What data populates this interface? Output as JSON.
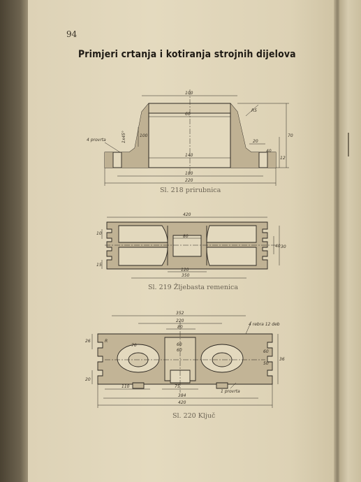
{
  "page_number": "94",
  "heading": "Primjeri crtanja i kotiranja strojnih dijelova",
  "figures": [
    {
      "caption": "Sl. 218 prirubnica",
      "dims": {
        "d_top": "100",
        "d_inner": "60",
        "d_mid": "140",
        "d_bolt": "180",
        "d_outer": "220",
        "r": "R5",
        "w": "20",
        "h": "70",
        "h2": "12",
        "p": "40",
        "chamfer": "1x45°",
        "slope": "100",
        "note": "4 provrta"
      }
    },
    {
      "caption": "Sl. 219 Žljebasta remenica",
      "dims": {
        "w_total": "420",
        "hub": "80",
        "bore": "120",
        "rim": "350",
        "w1": "10",
        "h1": "30",
        "h2": "40",
        "h3": "15"
      }
    },
    {
      "caption": "Sl. 220 Ključ",
      "dims": {
        "d1": "352",
        "d2": "220",
        "d3": "80",
        "d4": "60",
        "d5": "60",
        "d6": "70",
        "d7": "110",
        "d8": "75",
        "d9": "384",
        "d10": "420",
        "d11": "26",
        "d12": "36",
        "d13": "20",
        "d14": "60",
        "d15": "50",
        "note1": "4 rebra 12 deb",
        "note2": "1 provrta",
        "r1": "R"
      }
    }
  ]
}
